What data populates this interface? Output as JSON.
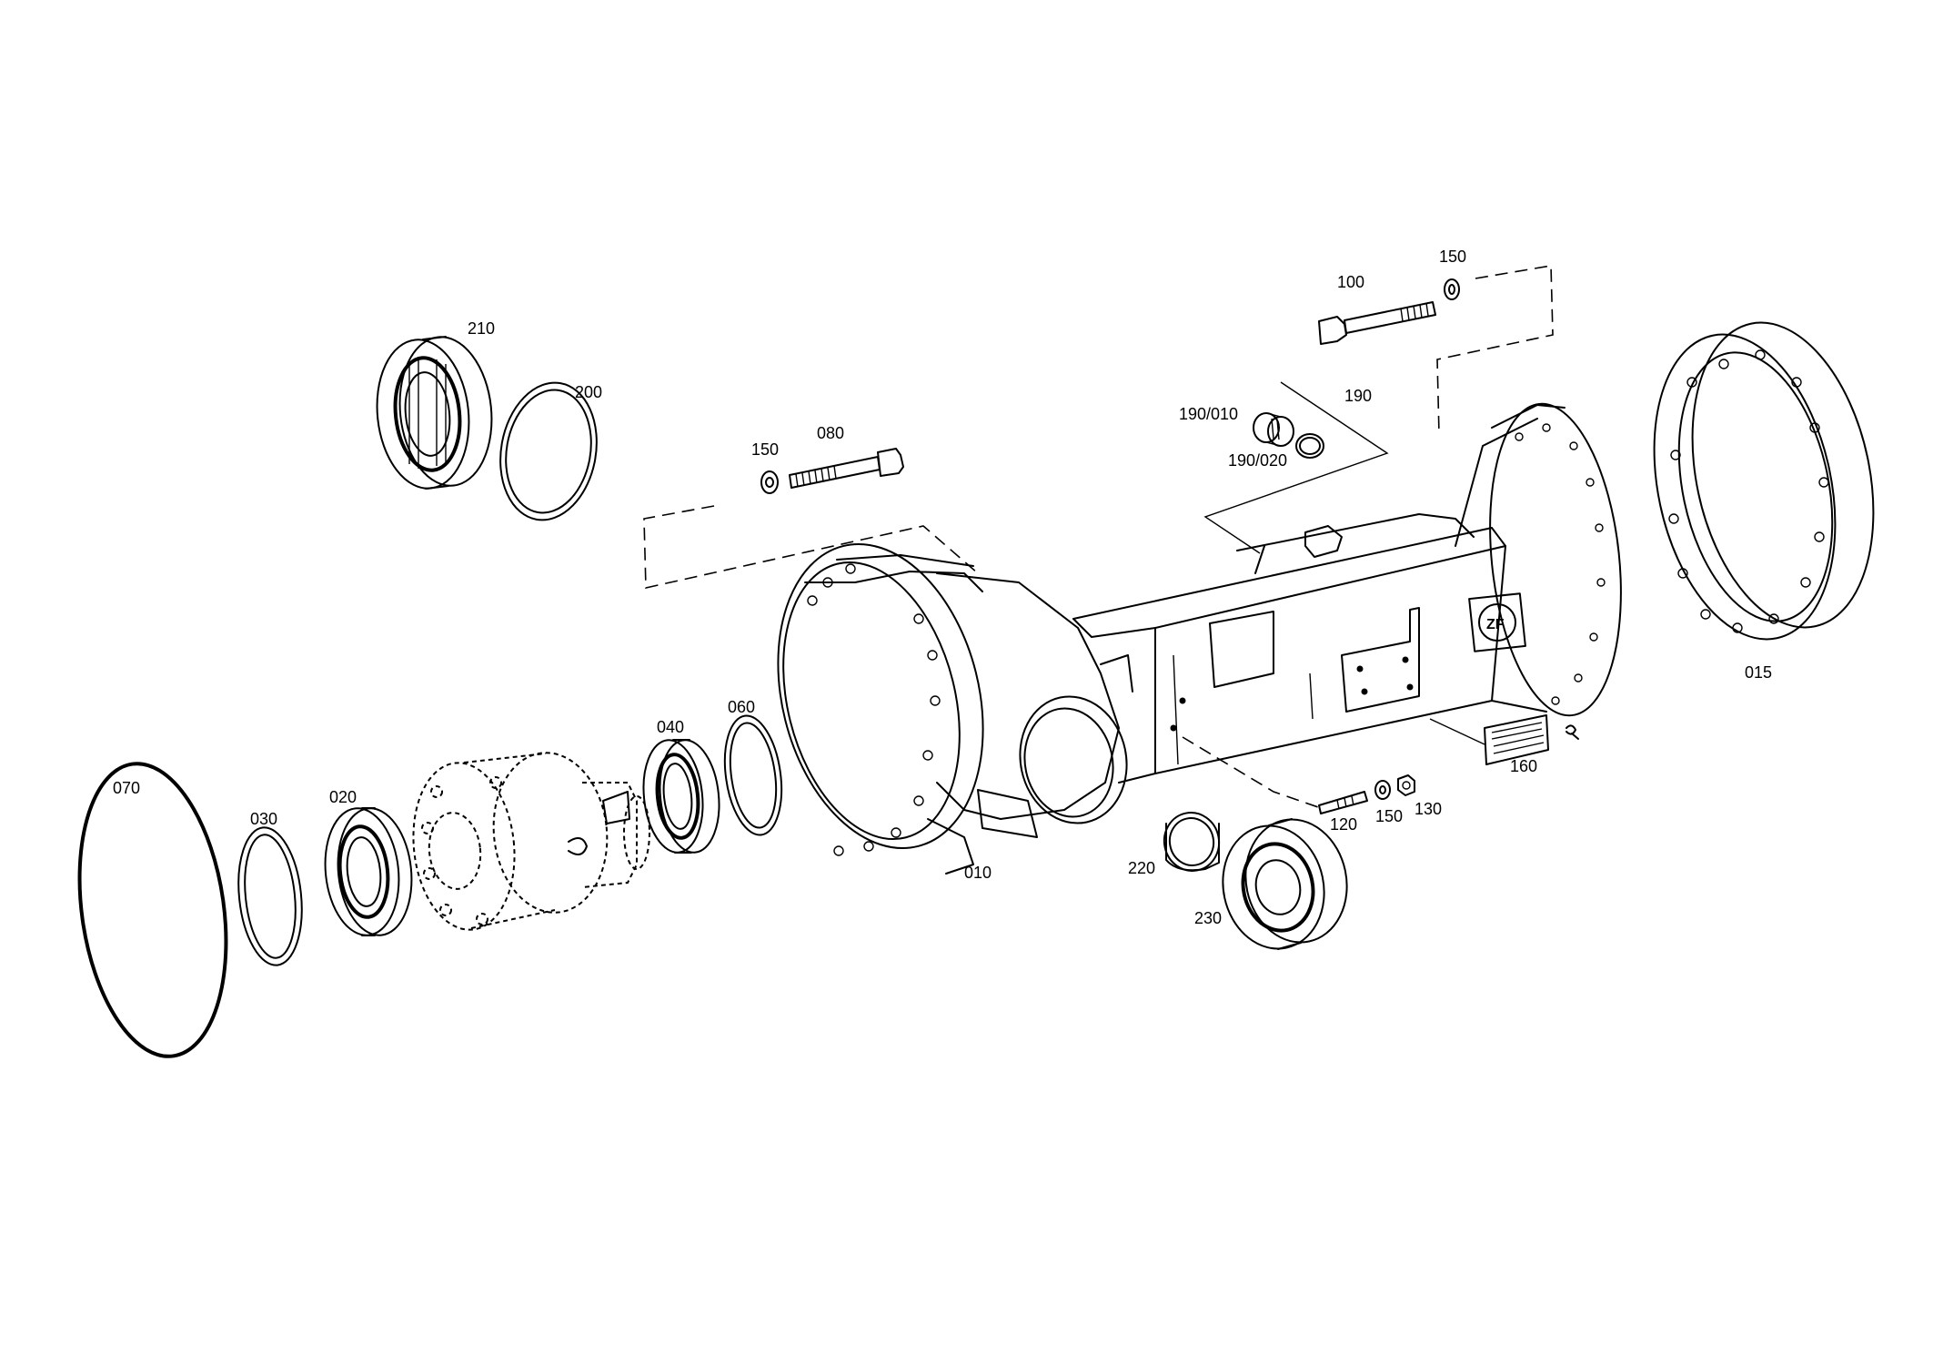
{
  "diagram": {
    "callouts": {
      "p010": "010",
      "p015": "015",
      "p020": "020",
      "p030": "030",
      "p040": "040",
      "p060": "060",
      "p070": "070",
      "p080": "080",
      "p100": "100",
      "p120": "120",
      "p130": "130",
      "p150a": "150",
      "p150b": "150",
      "p150c": "150",
      "p160": "160",
      "p190": "190",
      "p190_010": "190/010",
      "p190_020": "190/020",
      "p200": "200",
      "p210": "210",
      "p220": "220",
      "p230": "230"
    },
    "logo_text": "ZF"
  }
}
